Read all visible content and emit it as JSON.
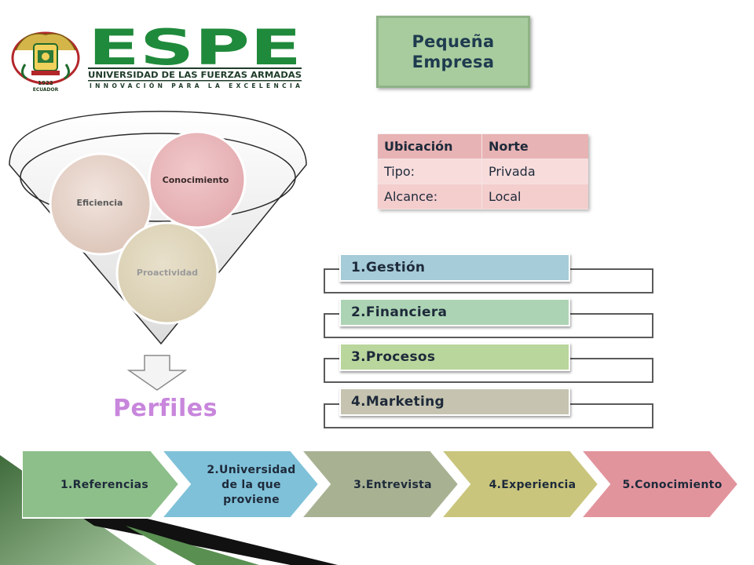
{
  "header": {
    "logo_text": "ESPE",
    "logo_subtitle": "UNIVERSIDAD DE LAS FUERZAS ARMADAS",
    "logo_tagline": "INNOVACIÓN PARA LA EXCELENCIA",
    "seal_year": "1922",
    "seal_country": "ECUADOR"
  },
  "company_box": {
    "line1": "Pequeña",
    "line2": "Empresa"
  },
  "info_table": {
    "header": {
      "label": "Ubicación",
      "value": "Norte"
    },
    "rows": [
      {
        "label": "Tipo:",
        "value": "Privada"
      },
      {
        "label": "Alcance:",
        "value": "Local"
      }
    ]
  },
  "funnel": {
    "circles": [
      {
        "label": "Eficiencia"
      },
      {
        "label": "Conocimiento"
      },
      {
        "label": "Proactividad"
      }
    ],
    "output_label": "Perfiles"
  },
  "skills": [
    {
      "label": "1.Gestión",
      "color": "#a6cbd9"
    },
    {
      "label": "2.Financiera",
      "color": "#acd4b4"
    },
    {
      "label": "3.Procesos",
      "color": "#b9d69c"
    },
    {
      "label": "4.Marketing",
      "color": "#c6c4b0"
    }
  ],
  "process": {
    "steps": [
      {
        "line1": "1.Referencias",
        "line2": "",
        "line3": "",
        "color": "#8dbf8a"
      },
      {
        "line1": "2.Universidad",
        "line2": "de la que",
        "line3": "proviene",
        "color": "#7fc1d9"
      },
      {
        "line1": "3.Entrevista",
        "line2": "",
        "line3": "",
        "color": "#a8b293"
      },
      {
        "line1": "4.Experiencia",
        "line2": "",
        "line3": "",
        "color": "#c9c57c"
      },
      {
        "line1": "5.Conocimiento",
        "line2": "",
        "line3": "",
        "color": "#e2949d"
      }
    ]
  }
}
